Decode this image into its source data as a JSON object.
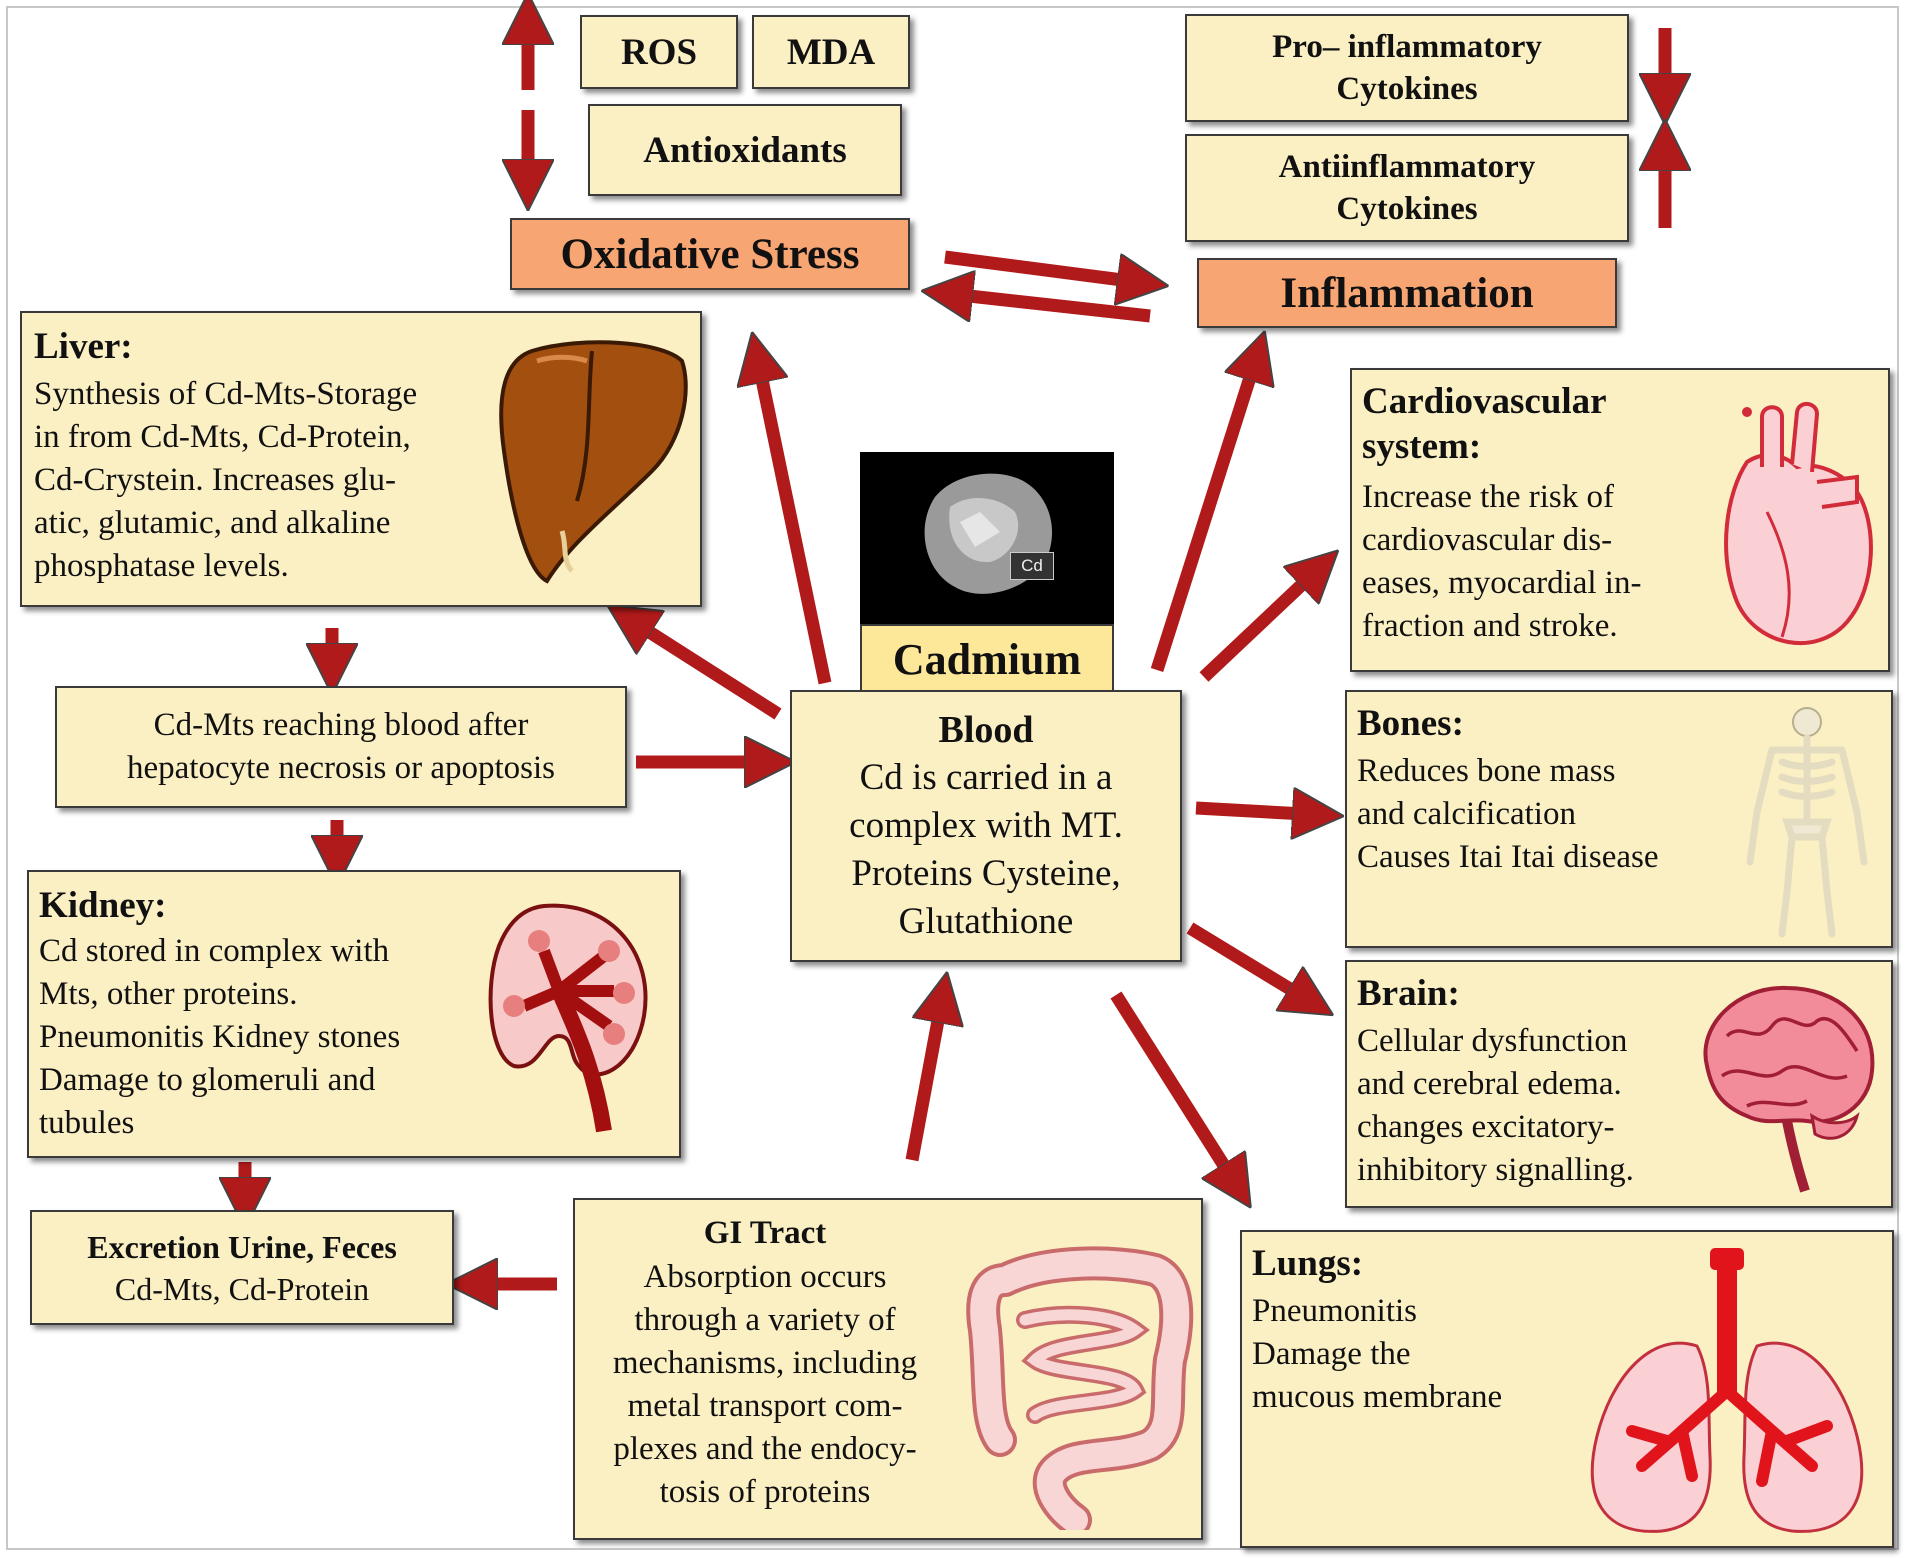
{
  "oxidative": {
    "ros": "ROS",
    "mda": "MDA",
    "antioxidants": "Antioxidants",
    "label": "Oxidative Stress"
  },
  "inflammation": {
    "pro": [
      "Pro– inflammatory",
      "Cytokines"
    ],
    "anti": [
      "Antiinflammatory",
      "Cytokines"
    ],
    "label": "Inflammation"
  },
  "liver": {
    "title": "Liver:",
    "lines": [
      "Synthesis of Cd-Mts-Storage",
      "in from Cd-Mts, Cd-Protein,",
      "Cd-Crystein. Increases glu-",
      "atic, glutamic, and alkaline",
      "phosphatase levels."
    ]
  },
  "cdmts": {
    "lines": [
      "Cd-Mts reaching blood after",
      "hepatocyte necrosis or apoptosis"
    ]
  },
  "kidney": {
    "title": "Kidney:",
    "lines": [
      "Cd stored in complex with",
      "Mts, other proteins.",
      "Pneumonitis Kidney stones",
      "Damage to glomeruli and",
      "tubules"
    ]
  },
  "excretion": {
    "title": "Excretion Urine, Feces",
    "sub": "Cd-Mts, Cd-Protein"
  },
  "cadmium": {
    "label": "Cadmium",
    "badge": "Cd"
  },
  "blood": {
    "title": "Blood",
    "lines": [
      "Cd is carried in a",
      "complex with MT.",
      "Proteins Cysteine,",
      "Glutathione"
    ]
  },
  "gi": {
    "title": "GI Tract",
    "lines": [
      "Absorption occurs",
      "through a variety of",
      "mechanisms, including",
      "metal transport com-",
      "plexes and the endocy-",
      "tosis of proteins"
    ]
  },
  "cardio": {
    "title": [
      "Cardiovascular",
      "system:"
    ],
    "lines": [
      "Increase the risk of",
      "cardiovascular dis-",
      "eases, myocardial in-",
      "fraction and stroke."
    ]
  },
  "bones": {
    "title": "Bones:",
    "lines": [
      "Reduces bone mass",
      "and calcification",
      "Causes Itai Itai disease"
    ]
  },
  "brain": {
    "title": "Brain:",
    "lines": [
      "Cellular dysfunction",
      "and cerebral edema.",
      "changes excitatory-",
      "inhibitory signalling."
    ]
  },
  "lungs": {
    "title": "Lungs:",
    "lines": [
      "Pneumonitis",
      "Damage the",
      "mucous membrane"
    ]
  },
  "colors": {
    "arrow": "#b11a1a",
    "box": "#fbefc4",
    "highlight": "#f7a572",
    "cadmium_box": "#fde89a"
  },
  "icons": [
    "liver-icon",
    "kidney-icon",
    "heart-icon",
    "skeleton-icon",
    "brain-icon",
    "intestine-icon",
    "lungs-icon",
    "cadmium-rock-icon"
  ]
}
